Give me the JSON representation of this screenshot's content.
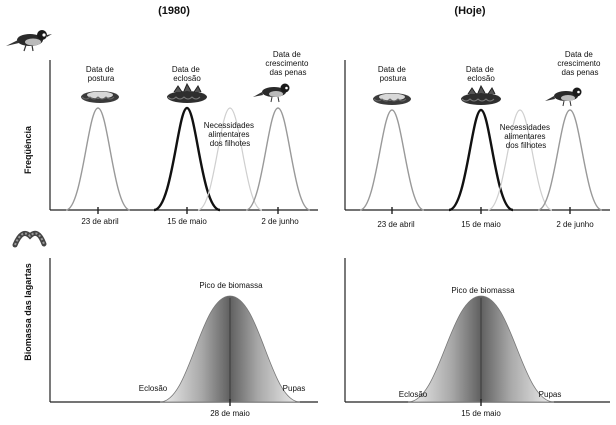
{
  "headers": {
    "left": "(1980)",
    "right": "(Hoje)"
  },
  "y_labels": {
    "top": "Freqüência",
    "bottom": "Biomassa das lagartas"
  },
  "top_labels": {
    "postura": [
      "Data de",
      "postura"
    ],
    "eclosao": [
      "Data de",
      "eclosão"
    ],
    "penas": [
      "Data de",
      "crescimento",
      "das penas"
    ],
    "necessidades": [
      "Necessidades",
      "alimentares",
      "dos filhotes"
    ]
  },
  "left_top_ticks": [
    "23 de abril",
    "15 de maio",
    "2 de junho"
  ],
  "right_top_ticks": [
    "23 de abril",
    "15 de maio",
    "2 de junho"
  ],
  "bottom_labels": {
    "peak": "Pico de biomassa",
    "eclosao": "Eclosão",
    "pupas": "Pupas"
  },
  "left_bottom_tick": "28 de maio",
  "right_bottom_tick": "15 de maio"
}
